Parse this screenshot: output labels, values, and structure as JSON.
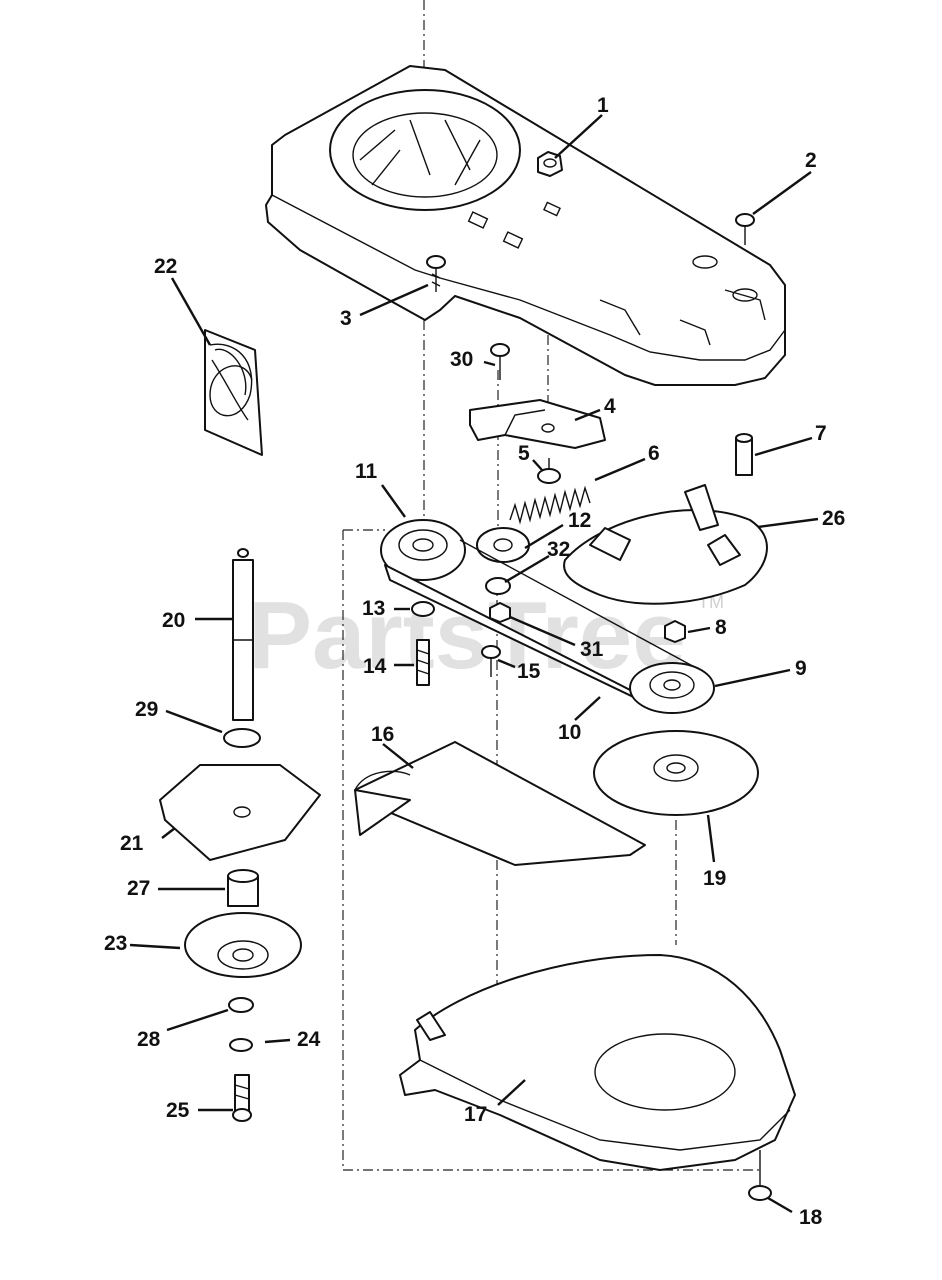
{
  "watermark": {
    "text": "PartsTree",
    "tm": "TM"
  },
  "callouts": [
    "1",
    "2",
    "3",
    "4",
    "5",
    "6",
    "7",
    "8",
    "9",
    "10",
    "11",
    "12",
    "13",
    "14",
    "15",
    "16",
    "17",
    "18",
    "19",
    "20",
    "21",
    "22",
    "23",
    "24",
    "25",
    "26",
    "27",
    "28",
    "29",
    "30",
    "31",
    "32"
  ]
}
